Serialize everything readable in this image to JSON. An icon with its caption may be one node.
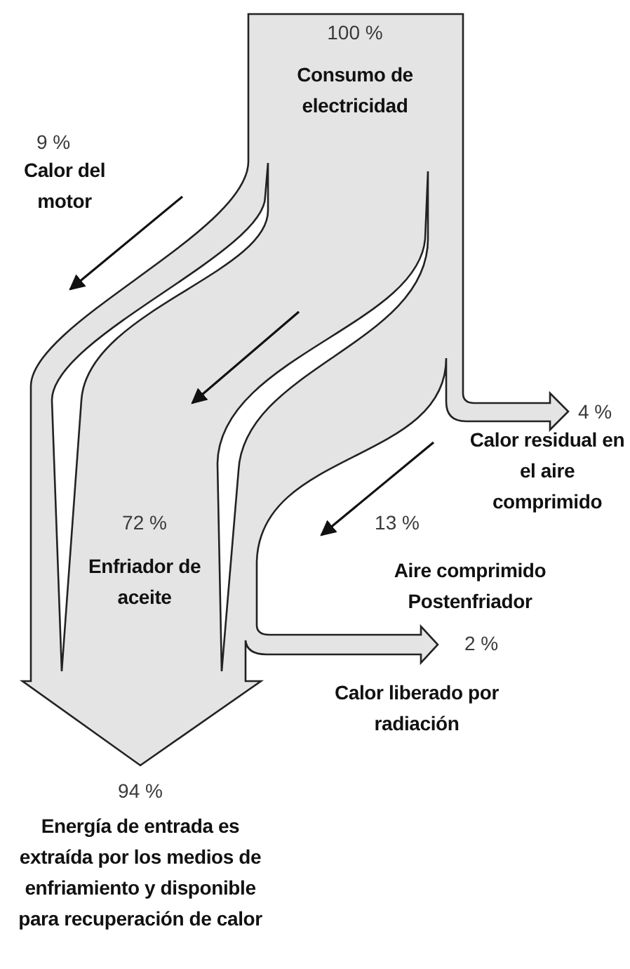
{
  "diagram": {
    "labels": [
      "100 %",
      "Consumo de electricidad",
      "9 %",
      "Calor del motor",
      "4 %",
      "Calor residual en el aire comprimido",
      "72 %",
      "13 %",
      "Enfriador de aceite",
      "Aire comprimido Postenfriador",
      "2 %",
      "Calor liberado por radiación",
      "94 %",
      "Energía de entrada es extraída por los medios de enfriamiento y disponible para recuperación de calor"
    ]
  }
}
